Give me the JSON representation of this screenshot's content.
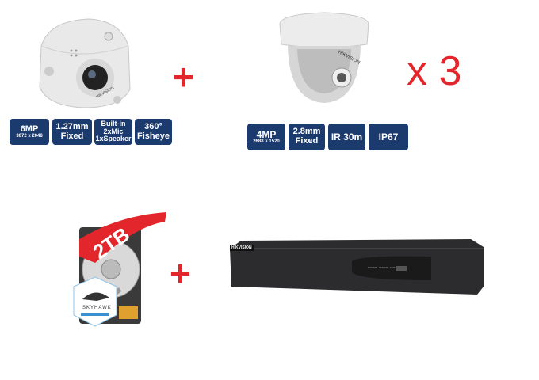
{
  "products": {
    "fisheye_camera": {
      "badges": [
        {
          "main": "6MP",
          "sub": "3072 x 2048"
        },
        {
          "main": "1.27mm Fixed"
        },
        {
          "main": "Built-in 2xMic 1xSpeaker"
        },
        {
          "main": "360° Fisheye"
        }
      ],
      "brand": "HIKVISION"
    },
    "dome_camera": {
      "badges": [
        {
          "main": "4MP",
          "sub": "2688 × 1520"
        },
        {
          "main": "2.8mm Fixed"
        },
        {
          "main": "IR 30m"
        },
        {
          "main": "IP67"
        }
      ],
      "brand": "HIKVISION",
      "quantity": "x 3"
    },
    "hdd": {
      "capacity": "2TB",
      "brand": "SKYHAWK"
    },
    "nvr": {
      "brand": "HIKVISION",
      "leds": [
        "POWER",
        "STATUS",
        "Tx/Rx"
      ]
    }
  },
  "operators": {
    "plus": "+"
  },
  "colors": {
    "badge": "#1b3a6e",
    "accent": "#e3262b"
  }
}
